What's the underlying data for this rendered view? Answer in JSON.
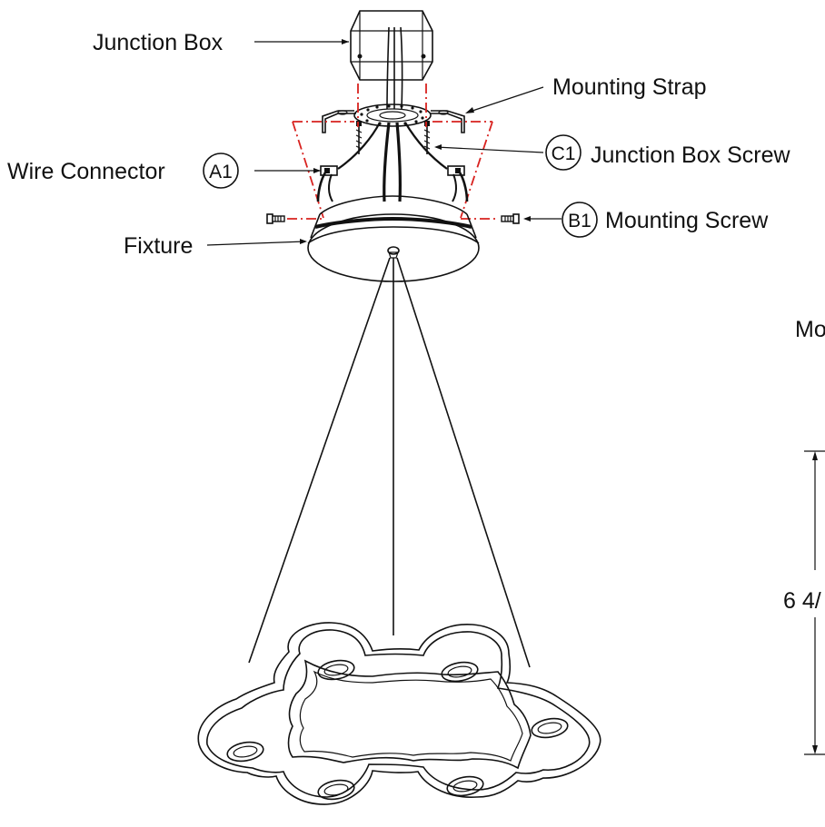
{
  "labels": {
    "junction_box": "Junction Box",
    "mounting_strap": "Mounting Strap",
    "junction_box_screw": "Junction Box Screw",
    "wire_connector": "Wire Connector",
    "mounting_screw": "Mounting Screw",
    "fixture": "Fixture"
  },
  "callouts": {
    "a1": "A1",
    "b1": "B1",
    "c1": "C1"
  },
  "partial_text": {
    "right_edge_label": "Mo",
    "dimension_value": "6  4/"
  },
  "colors": {
    "line": "#111111",
    "guide": "#d8221f"
  }
}
